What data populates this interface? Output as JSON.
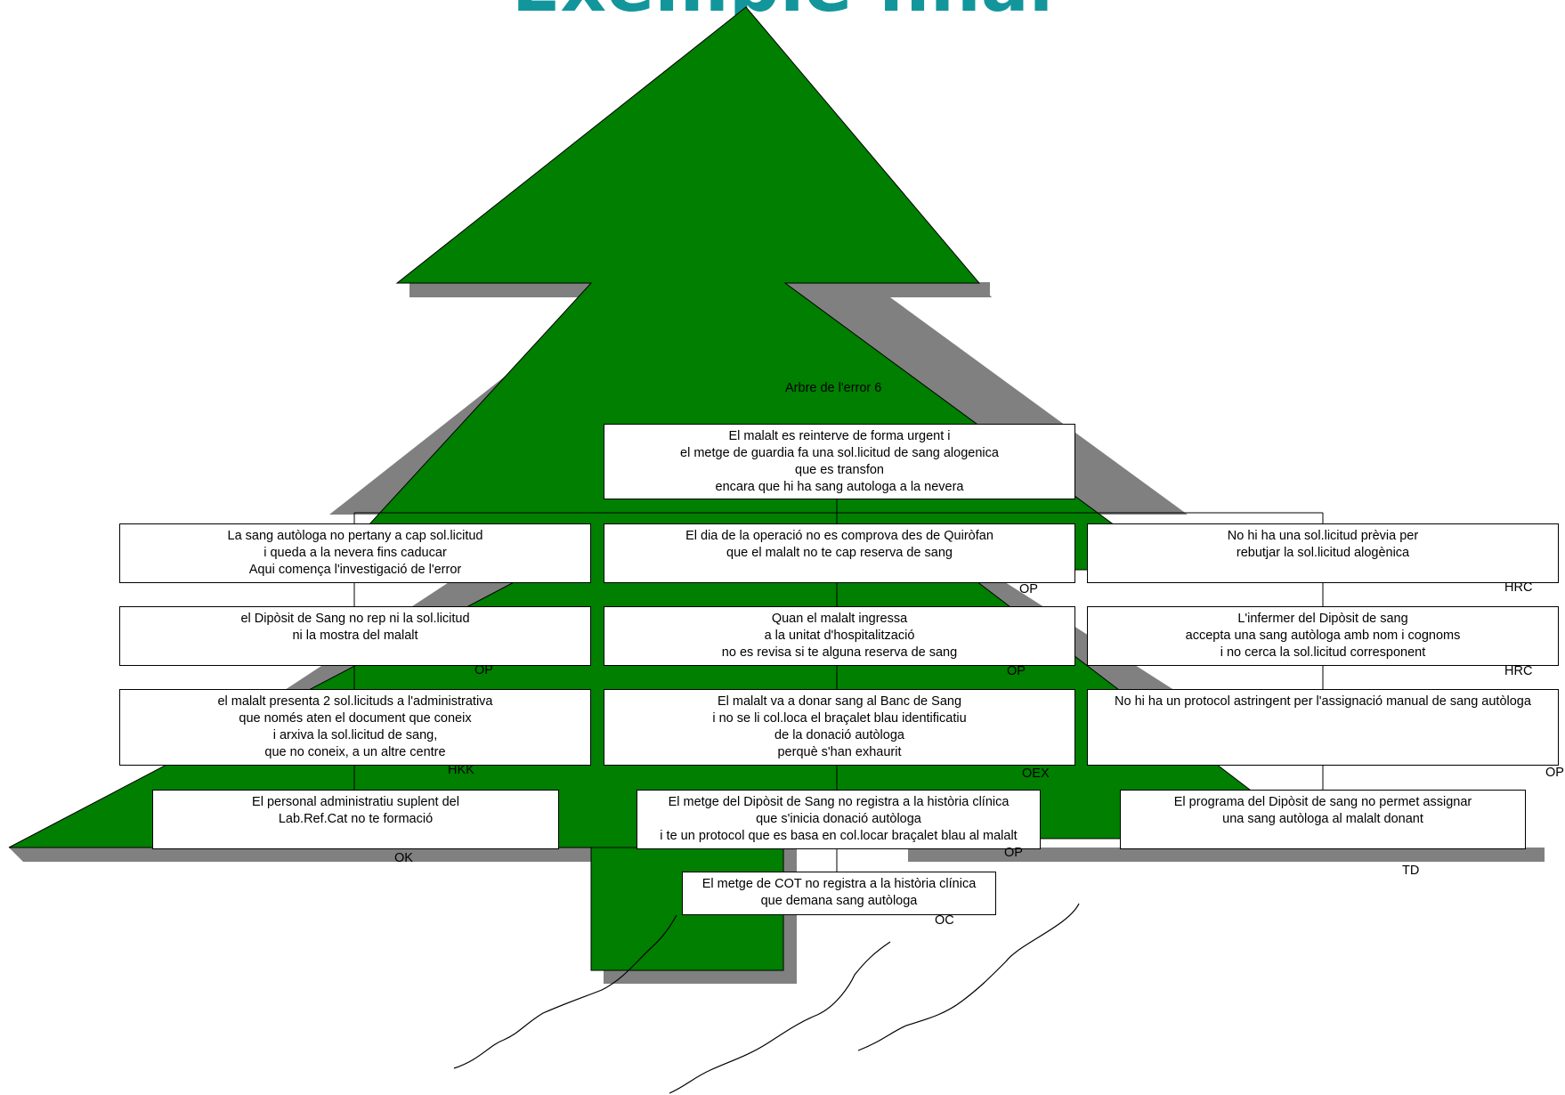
{
  "title": "Exemple final",
  "diagram_caption": "Arbre de l'error 6",
  "root": "El malalt es reinterve de forma urgent i\nel metge de guardia fa una sol.licitud de sang alogenica\nque es transfon\nencara que hi ha sang autologa a la nevera",
  "columns": {
    "left": [
      {
        "text": "La sang autòloga no pertany a cap sol.licitud\ni queda a la nevera fins caducar\nAqui comença l'investigació de l'error",
        "code": ""
      },
      {
        "text": "el Dipòsit de Sang no rep ni la sol.licitud\nni la mostra del malalt",
        "code": "OP"
      },
      {
        "text": "el malalt presenta 2 sol.licituds a l'administrativa\nque només aten el document que coneix\ni arxiva la sol.licitud de sang,\nque no coneix,  a un altre centre",
        "code": "HKK"
      },
      {
        "text": "El personal administratiu suplent del\nLab.Ref.Cat no te formació",
        "code": "OK"
      }
    ],
    "center": [
      {
        "text": "El dia de la operació no es comprova des de Quiròfan\nque el malalt no te cap reserva de sang",
        "code": "OP"
      },
      {
        "text": "Quan el malalt ingressa\na la unitat d'hospitalització\nno es revisa si te alguna reserva de sang",
        "code": "OP"
      },
      {
        "text": "El malalt va a donar sang al Banc de Sang\ni no se li col.loca el braçalet blau identificatiu\nde  la donació autòloga\nperquè s'han exhaurit",
        "code": "OEX"
      },
      {
        "text": "El metge del Dipòsit de Sang  no registra a la història clínica\nque s'inicia donació autòloga\ni te un protocol que es basa en col.locar braçalet blau al malalt",
        "code": "OP"
      },
      {
        "text": "El metge de COT no registra a la història clínica\nque demana sang autòloga",
        "code": "OC"
      }
    ],
    "right": [
      {
        "text": "No hi ha una sol.licitud prèvia per\nrebutjar la sol.licitud alogènica",
        "code": "HRC"
      },
      {
        "text": "L'infermer del Dipòsit de sang\naccepta una sang autòloga amb nom i cognoms\ni no cerca la sol.licitud corresponent",
        "code": "HRC"
      },
      {
        "text": "No hi ha un protocol astringent per l'assignació manual de sang autòloga",
        "code": "OP"
      },
      {
        "text": "El programa del Dipòsit de sang no permet assignar\nuna sang autòloga al malalt  donant",
        "code": "TD"
      }
    ]
  },
  "colors": {
    "tree_fill": "#007f00",
    "shadow": "#808080",
    "title": "#12969b",
    "box_border": "#000000"
  }
}
